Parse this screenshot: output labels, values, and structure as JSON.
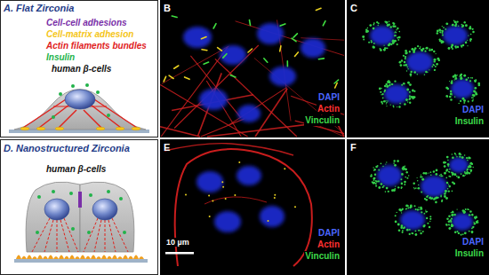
{
  "diagram": {
    "nodes": [
      {
        "text": [
          "A. Flat Zirconia",
          "human β-cells"
        ]
      },
      {
        "text": [
          "B",
          "DAPI",
          "Actin",
          "Vinculin"
        ]
      },
      {
        "text": [
          "C",
          "DAPI",
          "Insulin"
        ]
      },
      {
        "text": [
          "D. Nanostructured Zirconia",
          "human β-cells"
        ]
      },
      {
        "text": [
          "E",
          "DAPI",
          "Actin",
          "Vinculin",
          "10 µm"
        ]
      },
      {
        "text": [
          "F",
          "DAPI",
          "Insulin"
        ]
      }
    ],
    "legend": [
      {
        "text": "Cell-cell adhesions",
        "color": "#7a2fa8"
      },
      {
        "text": "Cell-matrix adhesion",
        "color": "#f5c518"
      },
      {
        "text": "Actin filaments bundles",
        "color": "#e0201b"
      },
      {
        "text": "Insulin",
        "color": "#22b34a"
      }
    ]
  }
}
